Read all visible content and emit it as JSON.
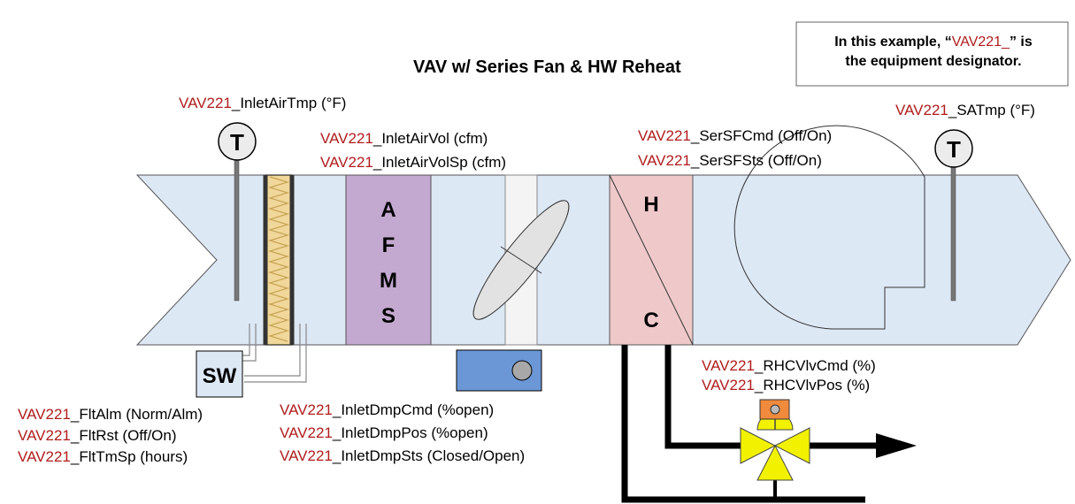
{
  "title": "VAV w/ Series Fan & HW Reheat",
  "note": {
    "before": "In this example, “",
    "highlight": "VAV221_",
    "after": "” is",
    "line2": "the equipment designator."
  },
  "equip": "VAV221",
  "labels": {
    "inlet_air_tmp": "_InletAirTmp (°F)",
    "sa_tmp": "_SATmp (°F)",
    "inlet_air_vol": "_InletAirVol (cfm)",
    "inlet_air_vol_sp": "_InletAirVolSp (cfm)",
    "ser_sf_cmd": "_SerSFCmd (Off/On)",
    "ser_sf_sts": "_SerSFSts (Off/On)",
    "rhc_vlv_cmd": "_RHCVlvCmd (%)",
    "rhc_vlv_pos": "_RHCVlvPos (%)",
    "flt_alm": "_FltAlm (Norm/Alm)",
    "flt_rst": "_FltRst (Off/On)",
    "flt_tm_sp": "_FltTmSp (hours)",
    "inlet_dmp_cmd": "_InletDmpCmd (%open)",
    "inlet_dmp_pos": "_InletDmpPos (%open)",
    "inlet_dmp_sts": "_InletDmpSts (Closed/Open)"
  },
  "symbols": {
    "temp_sensor": "T",
    "switch": "SW",
    "afms_letters": [
      "A",
      "F",
      "M",
      "S"
    ],
    "coil_top": "H",
    "coil_bottom": "C"
  },
  "icons": [
    "temperature-sensor-icon",
    "filter-icon",
    "airflow-station-icon",
    "damper-icon",
    "damper-actuator-icon",
    "coil-icon",
    "fan-icon",
    "control-valve-icon",
    "valve-actuator-icon",
    "differential-pressure-switch-icon"
  ],
  "colors": {
    "duct": "#dde8f5",
    "afms": "#c3a8cf",
    "coil": "#efc9c9",
    "filter": "#f1d79a",
    "actuator": "#6b97d6",
    "valve": "#f2f200",
    "valve_actuator": "#f08a3c",
    "designator": "#b01c1c"
  }
}
